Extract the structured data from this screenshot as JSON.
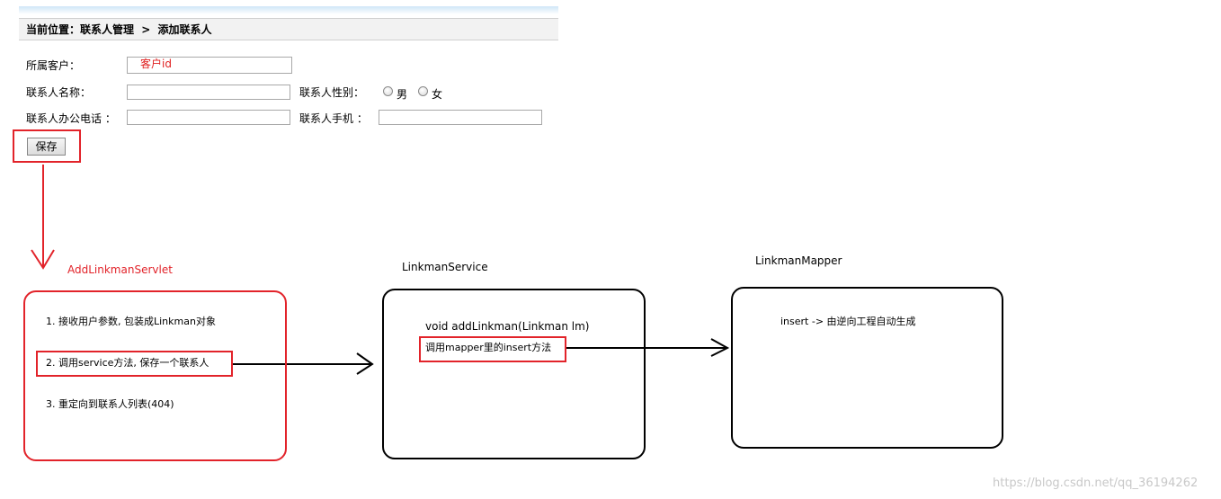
{
  "form": {
    "breadcrumb": {
      "prefix": "当前位置：",
      "section": "联系人管理",
      "separator": ">",
      "page": "添加联系人"
    },
    "fields": {
      "customer_label": "所属客户：",
      "customer_value": "客户id",
      "name_label": "联系人名称：",
      "gender_label": "联系人性别：",
      "gender_male": "男",
      "gender_female": "女",
      "phone_label": "联系人办公电话 ：",
      "mobile_label": "联系人手机 ："
    },
    "save_button": "保存"
  },
  "diagram": {
    "servlet": {
      "title": "AddLinkmanServlet",
      "steps": [
        "1. 接收用户参数, 包装成Linkman对象",
        "2. 调用service方法, 保存一个联系人",
        "3. 重定向到联系人列表(404)"
      ]
    },
    "service": {
      "title": "LinkmanService",
      "method": "void addLinkman(Linkman lm)",
      "note": "调用mapper里的insert方法"
    },
    "mapper": {
      "title": "LinkmanMapper",
      "note": "insert -> 由逆向工程自动生成"
    },
    "colors": {
      "highlight": "#e2232a",
      "box_border": "#000000",
      "servlet_border": "#e2232a"
    }
  },
  "watermark": "https://blog.csdn.net/qq_36194262"
}
